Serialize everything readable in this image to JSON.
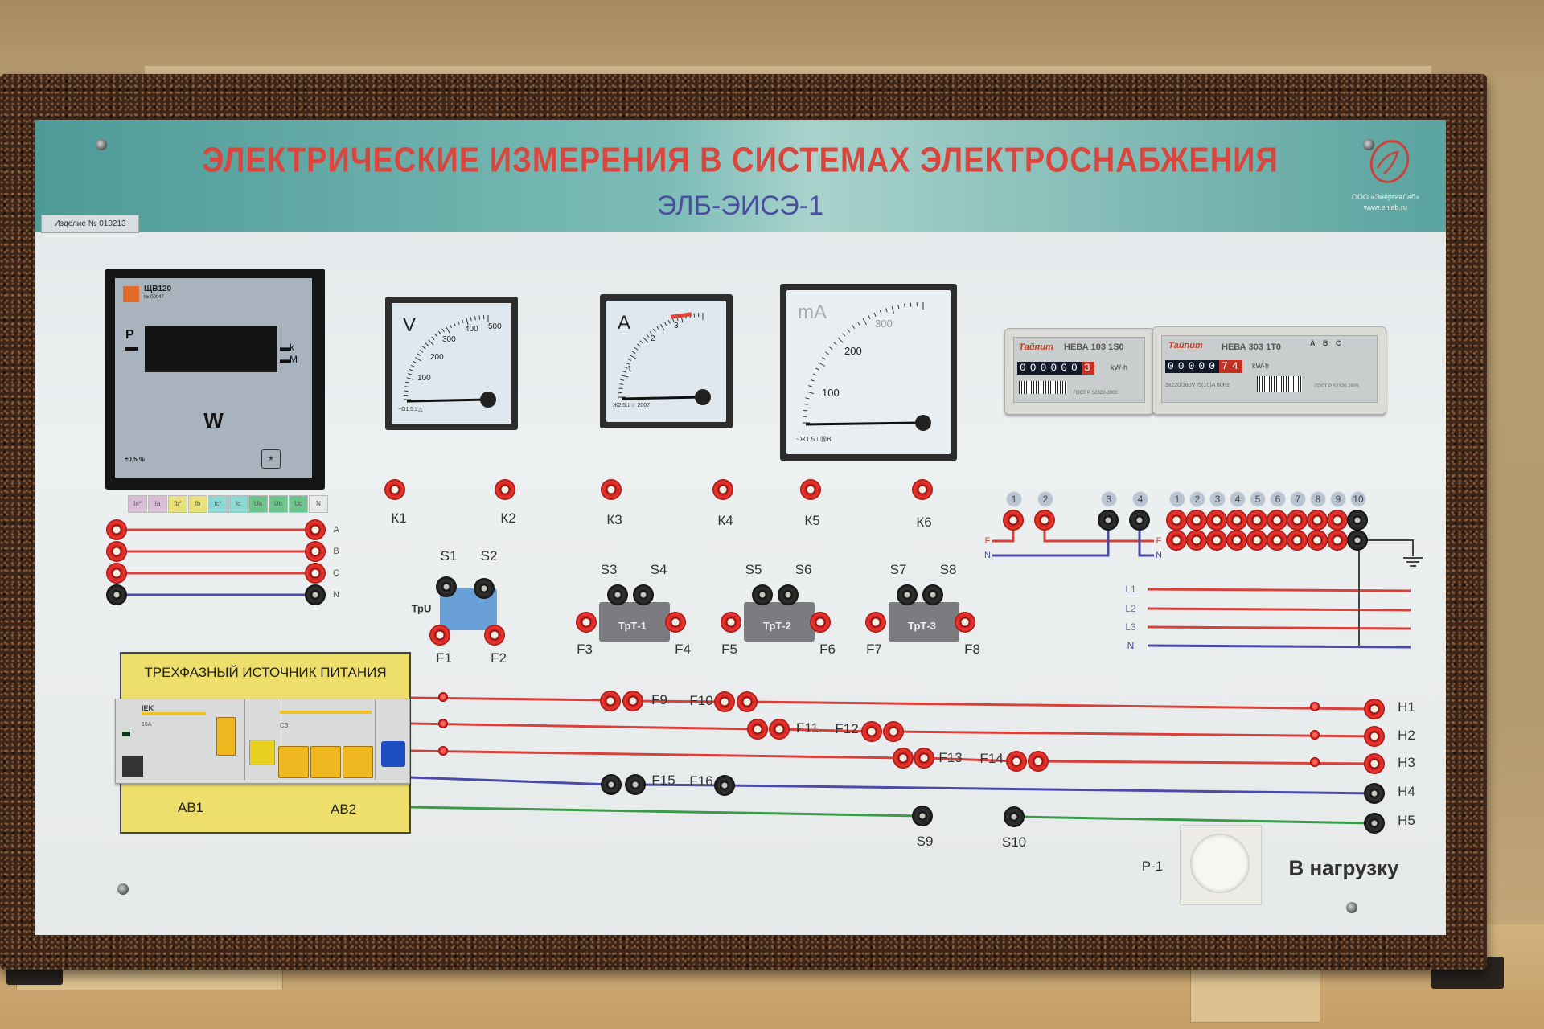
{
  "header": {
    "title": "ЭЛЕКТРИЧЕСКИЕ  ИЗМЕРЕНИЯ  В  СИСТЕМАХ  ЭЛЕКТРОСНАБЖЕНИЯ",
    "subtitle": "ЭЛБ-ЭИСЭ-1",
    "serial": "Изделие № 010213",
    "company": "ООО «ЭнергияЛаб»",
    "website": "www.enlab.ru"
  },
  "wattmeter": {
    "model": "ЩВ120",
    "number": "№ 00047",
    "indicator": "P",
    "multiplier_k": "k",
    "multiplier_m": "M",
    "unit": "W",
    "accuracy": "±0,5 %",
    "button": "*",
    "terminals": [
      "Ia*",
      "Ia",
      "Ib*",
      "Ib",
      "Ic*",
      "Ic",
      "Ua",
      "Ub",
      "Uc",
      "N"
    ],
    "phases": [
      "A",
      "B",
      "C",
      "N"
    ]
  },
  "voltmeter": {
    "unit": "V",
    "scale": [
      "100",
      "200",
      "300",
      "400",
      "500"
    ],
    "class_mark": "~Ω1.5⊥△"
  },
  "ammeter": {
    "unit": "A",
    "scale": [
      "1",
      "2",
      "3"
    ],
    "class_mark": "Ж2.5⊥☆  2007"
  },
  "milliammeter": {
    "unit": "mA",
    "scale": [
      "100",
      "200",
      "300"
    ],
    "class_mark": "~Ж1.5⊥ⓌB"
  },
  "energy_meters": [
    {
      "brand": "Тайпит",
      "model": "НЕВА 103 1S0",
      "reading_black": "000000",
      "reading_red": "3",
      "unit": "kW·h",
      "standard": "ГОСТ Р 52322-2005"
    },
    {
      "brand": "Тайпит",
      "model": "НЕВА 303 1Т0",
      "reading_black": "00000",
      "reading_red": "74",
      "unit": "kW·h",
      "spec": "3x220/380V /5(10)A 50Hz",
      "phases": [
        "A",
        "B",
        "C"
      ],
      "standard": "ГОСТ Р 52320-2005"
    }
  ],
  "k_terminals": [
    "К1",
    "К2",
    "К3",
    "К4",
    "К5",
    "К6"
  ],
  "voltage_transformer": {
    "label": "ТрU",
    "terminals": [
      "S1",
      "S2",
      "F1",
      "F2"
    ]
  },
  "current_transformers": [
    {
      "label": "ТрТ-1",
      "terminals": [
        "S3",
        "S4",
        "F3",
        "F4"
      ]
    },
    {
      "label": "ТрТ-2",
      "terminals": [
        "S5",
        "S6",
        "F5",
        "F6"
      ]
    },
    {
      "label": "ТрТ-3",
      "terminals": [
        "S7",
        "S8",
        "F7",
        "F8"
      ]
    }
  ],
  "power_source": {
    "title": "ТРЕХФАЗНЫЙ  ИСТОЧНИК  ПИТАНИЯ",
    "breakers": [
      "АВ1",
      "АВ2"
    ],
    "brand": "IEK",
    "rating_ab1": "16А",
    "rating_ab2": "C3"
  },
  "bus_terminals": [
    "F9",
    "F10",
    "F11",
    "F12",
    "F13",
    "F14",
    "F15",
    "F16",
    "S9",
    "S10"
  ],
  "outputs": [
    "H1",
    "H2",
    "H3",
    "H4",
    "H5"
  ],
  "socket": {
    "label": "P-1",
    "caption": "В  нагрузку"
  },
  "meter_terminals": {
    "single_phase": [
      "1",
      "2",
      "3",
      "4"
    ],
    "three_phase": [
      "1",
      "2",
      "3",
      "4",
      "5",
      "6",
      "7",
      "8",
      "9",
      "10"
    ],
    "line_f": "F",
    "line_n": "N",
    "lines": [
      "L1",
      "L2",
      "L3",
      "N"
    ]
  }
}
